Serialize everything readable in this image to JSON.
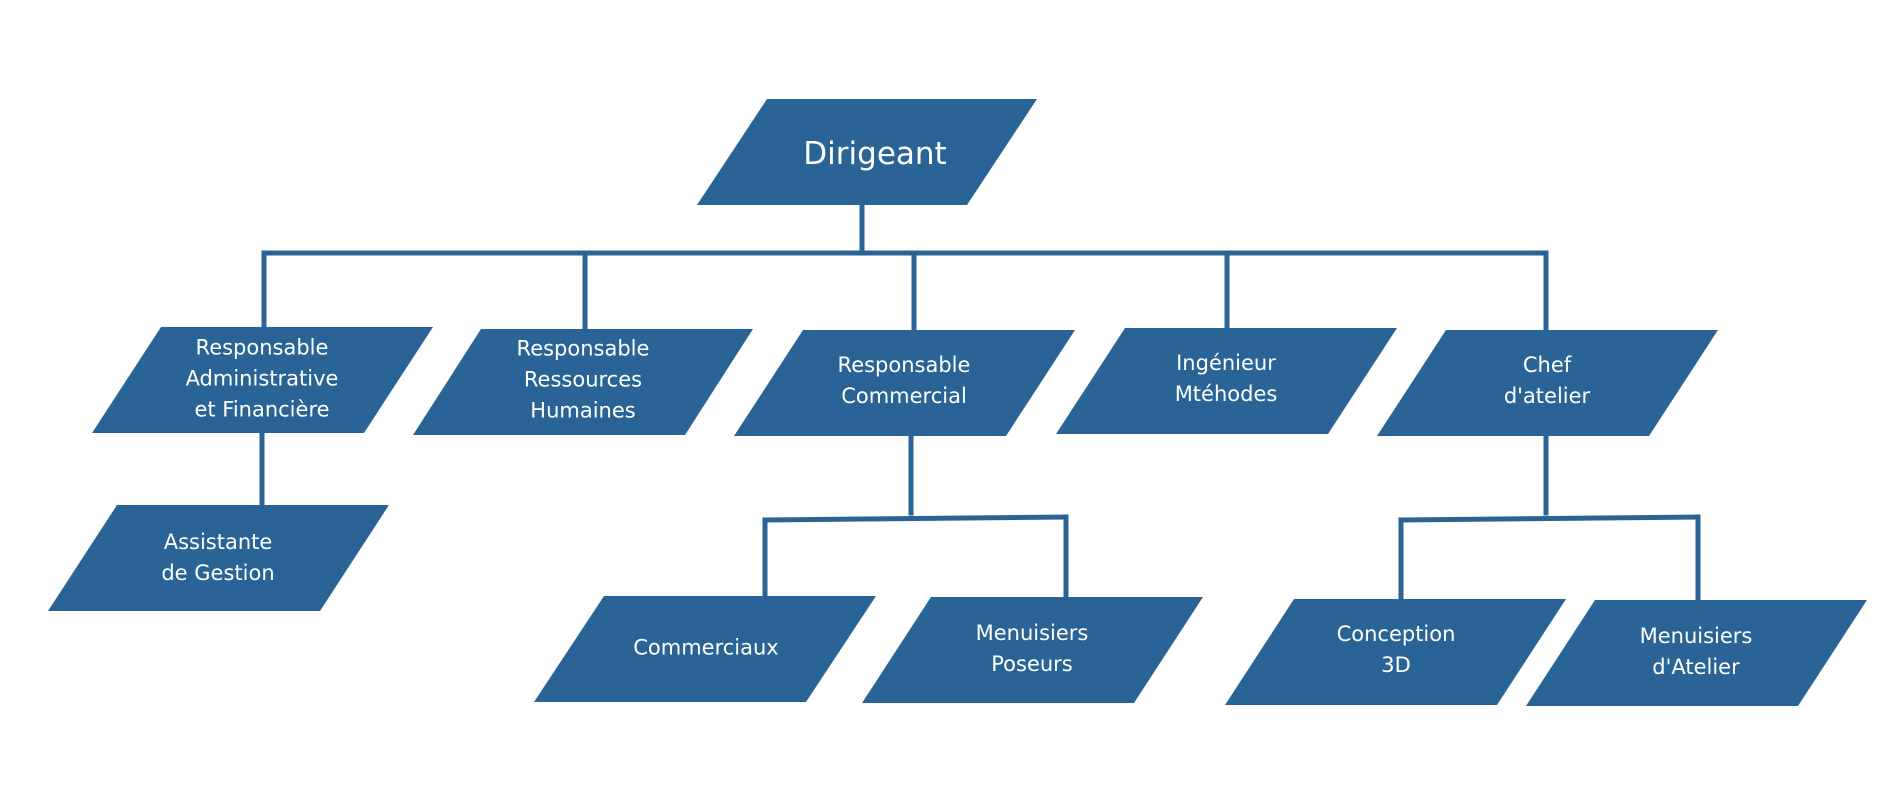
{
  "colors": {
    "node_fill": "#2a6496",
    "node_text": "#ffffff",
    "connector": "#2a6496",
    "background": "#ffffff"
  },
  "nodes": {
    "dirigeant": {
      "lines": [
        "Dirigeant"
      ]
    },
    "raf": {
      "lines": [
        "Responsable",
        "Administrative",
        "et Financière"
      ]
    },
    "rrh": {
      "lines": [
        "Responsable",
        "Ressources",
        "Humaines"
      ]
    },
    "rc": {
      "lines": [
        "Responsable",
        "Commercial"
      ]
    },
    "im": {
      "lines": [
        "Ingénieur",
        "Mtéhodes"
      ]
    },
    "ca": {
      "lines": [
        "Chef",
        "d'atelier"
      ]
    },
    "ag": {
      "lines": [
        "Assistante",
        "de Gestion"
      ]
    },
    "com": {
      "lines": [
        "Commerciaux"
      ]
    },
    "mp": {
      "lines": [
        "Menuisiers",
        "Poseurs"
      ]
    },
    "c3d": {
      "lines": [
        "Conception",
        "3D"
      ]
    },
    "ma": {
      "lines": [
        "Menuisiers",
        "d'Atelier"
      ]
    }
  }
}
